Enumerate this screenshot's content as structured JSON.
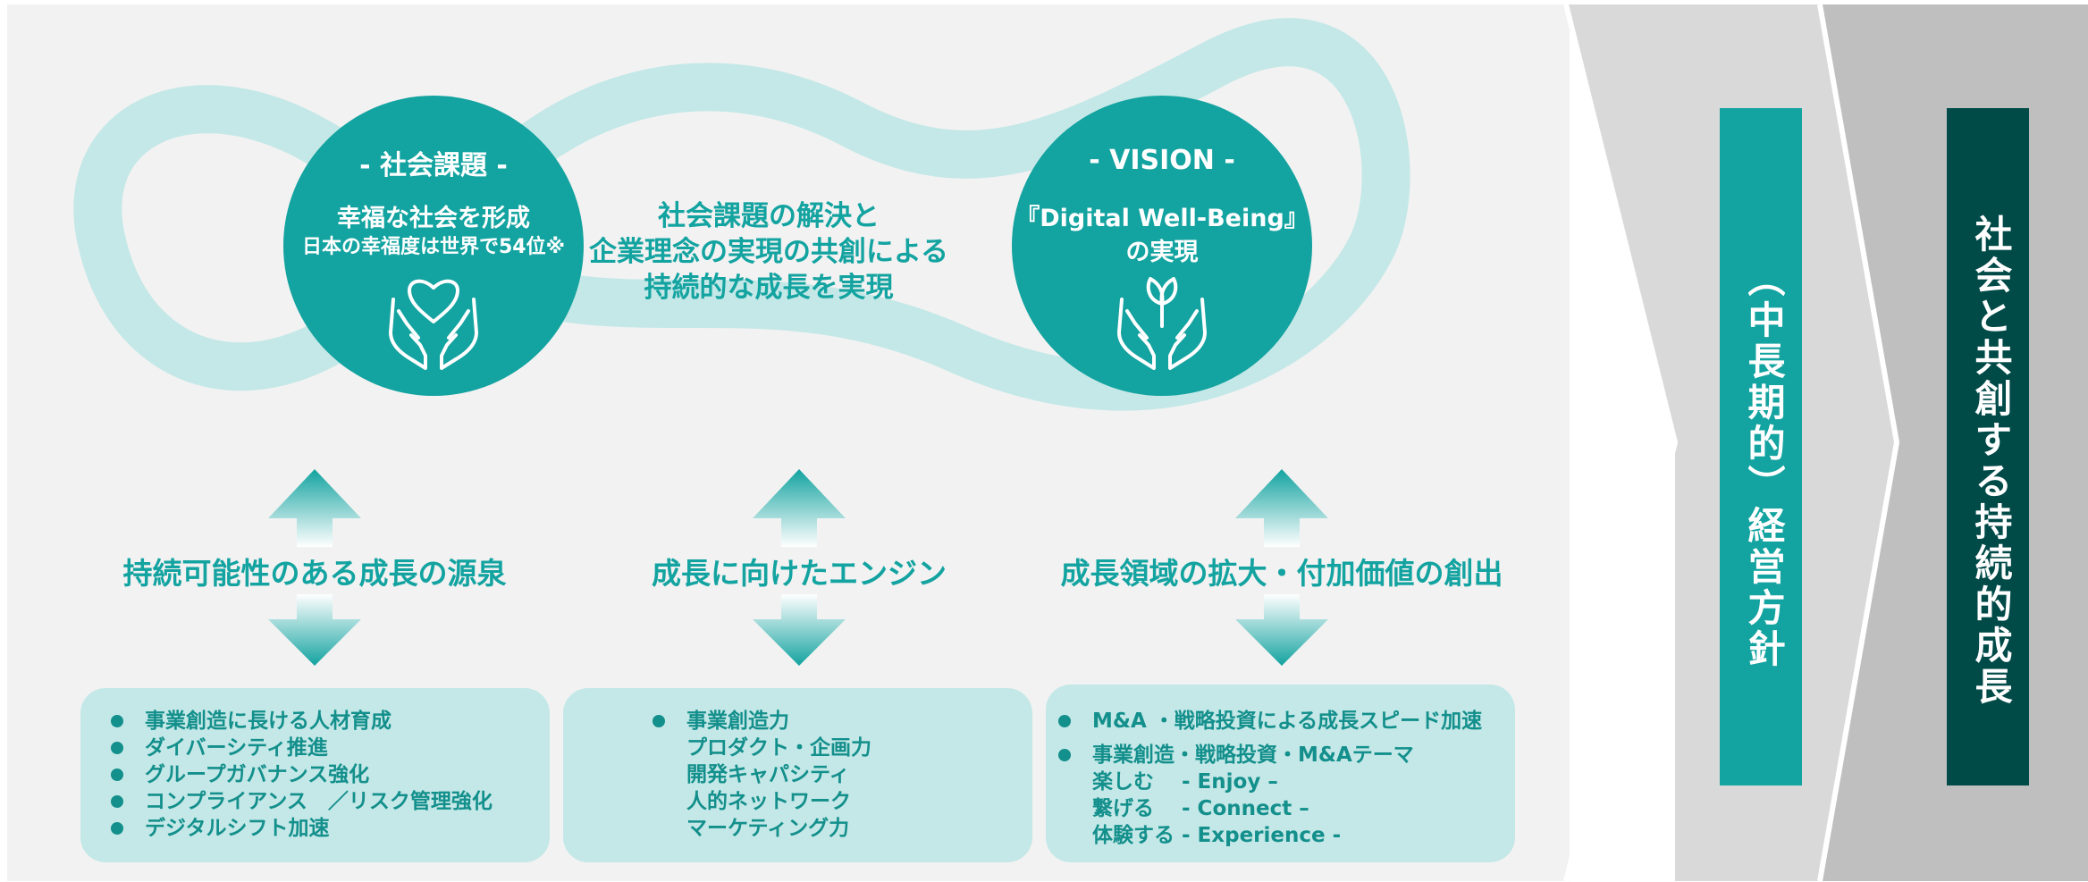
{
  "loop": {
    "left_circle": {
      "header": "- 社会課題 -",
      "line1": "幸福な社会を形成",
      "line2": "日本の幸福度は世界で54位※",
      "icon": "hands-heart-icon"
    },
    "right_circle": {
      "header": "- VISION -",
      "line1": "『Digital Well-Being』",
      "line2": "の実現",
      "icon": "hands-sprout-icon"
    },
    "center_lines": [
      "社会課題の解決と",
      "企業理念の実現の共創による",
      "持続的な成長を実現"
    ]
  },
  "pillars": [
    {
      "title": "持続可能性のある成長の源泉",
      "items": [
        "事業創造に長ける人材育成",
        "ダイバーシティ推進",
        "グループガバナンス強化",
        "コンプライアンス　／リスク管理強化",
        "デジタルシフト加速"
      ]
    },
    {
      "title": "成長に向けたエンジン",
      "items": [
        "事業創造力"
      ],
      "sub_lines": [
        "プロダクト・企画力",
        "開発キャパシティ",
        "人的ネットワーク",
        "マーケティング力"
      ]
    },
    {
      "title": "成長領域の拡大・付加価値の創出",
      "items": [
        "M&A ・戦略投資による成長スピード加速",
        "事業創造・戦略投資・M&Aテーマ"
      ],
      "sub_lines": [
        "楽しむ　 - Enjoy –",
        "繋げる　 - Connect –",
        "体験する - Experience -"
      ]
    }
  ],
  "right_bars": {
    "policy": "（中長期的）経営方針",
    "goal": "社会と共創する持続的成長"
  },
  "colors": {
    "teal": "#13a3a0",
    "light_teal": "#c4e8e7",
    "dark_teal": "#004a48",
    "panel_bg": "#f2f2f2",
    "chevron_light": "#d9d9d9",
    "chevron_dark": "#bfbfbf"
  }
}
